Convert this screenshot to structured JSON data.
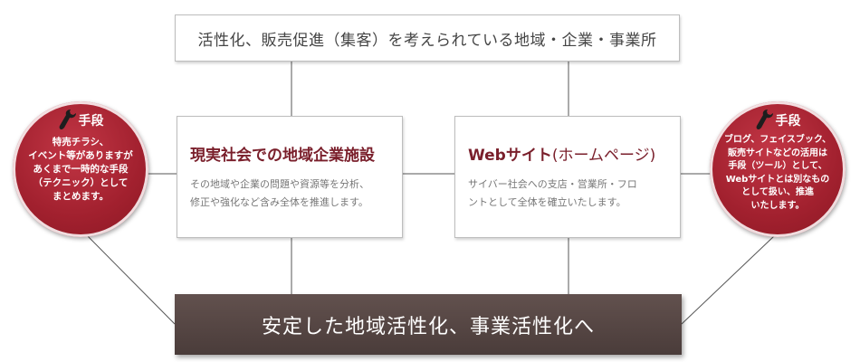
{
  "top_box": {
    "text": "活性化、販売促進（集客）を考えられている地域・企業・事業所"
  },
  "left_box": {
    "title": "現実社会での地域企業施設",
    "description_lines": [
      "その地域や企業の問題や資源等を分析、",
      "修正や強化など含み全体を推進します。"
    ]
  },
  "right_box": {
    "title_strong": "Webサイト",
    "title_thin": "(ホームページ)",
    "description_lines": [
      "サイバー社会への支店・営業所・フロ",
      "ントとして全体を確立いたします。"
    ]
  },
  "bottom_bar": {
    "text": "安定した地域活性化、事業活性化へ"
  },
  "circle_left": {
    "heading": "手段",
    "icon": "wrench-icon",
    "lines": [
      "特売チラシ、",
      "イベント等がありますが",
      "あくまで一時的な手段",
      "（テクニック）として",
      "まとめます。"
    ]
  },
  "circle_right": {
    "heading": "手段",
    "icon": "wrench-icon",
    "lines": [
      "ブログ、フェイスブック、",
      "販売サイトなどの活用は",
      "手段（ツール）として、",
      "Webサイトとは別なもの",
      "として扱い、推進",
      "いたします。"
    ]
  },
  "colors": {
    "accent_title": "#7a1f2b",
    "circle": "#a1202e",
    "bottom_bar": "#554543",
    "connector": "#555555"
  }
}
